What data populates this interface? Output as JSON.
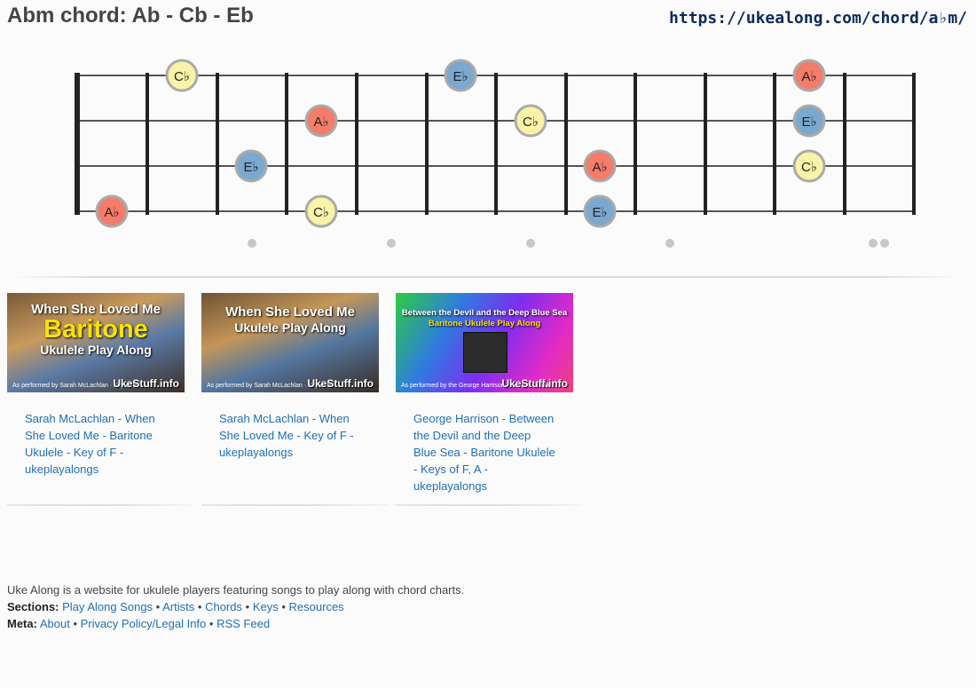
{
  "header": {
    "title": "Abm chord: Ab - Cb - Eb",
    "url": "https://ukealong.com/chord/a♭m/"
  },
  "notes": {
    "ab": "A♭",
    "cb": "C♭",
    "eb": "E♭"
  },
  "colors": {
    "ab": "#f47c6b",
    "cb": "#f8f3a6",
    "eb": "#7ba8cf",
    "string": "#555555",
    "fret": "#222222",
    "marker": "#c8c8c8"
  },
  "videos": [
    {
      "thumb": {
        "line1": "When She Loved Me",
        "line2": "Baritone",
        "line3": "Ukulele Play Along",
        "foot": "As performed by Sarah McLachlan · Key of F",
        "brand": "UkeStuff.info"
      },
      "caption": "Sarah McLachlan - When She Loved Me - Baritone Ukulele - Key of F - ukeplayalongs"
    },
    {
      "thumb": {
        "line1": "When She Loved Me",
        "line2": "Ukulele Play Along",
        "foot": "As performed by Sarah McLachlan · Key of F",
        "brand": "UkeStuff.info"
      },
      "caption": "Sarah McLachlan - When She Loved Me - Key of F - ukeplayalongs"
    },
    {
      "thumb": {
        "line1": "Between the Devil and the Deep Blue Sea",
        "line2": "Baritone Ukulele Play Along",
        "foot": "As performed by the George Harrison · Keys of G & B",
        "brand": "UkeStuff.info"
      },
      "caption": "George Harrison - Between the Devil and the Deep Blue Sea - Baritone Ukulele - Keys of F, A - ukeplayalongs"
    }
  ],
  "footer": {
    "about": "Uke Along is a website for ukulele players featuring songs to play along with chord charts.",
    "sections_label": "Sections:",
    "sections": [
      "Play Along Songs",
      "Artists",
      "Chords",
      "Keys",
      "Resources"
    ],
    "meta_label": "Meta:",
    "meta": [
      "About",
      "Privacy Policy/Legal Info",
      "RSS Feed"
    ],
    "separator": "•"
  }
}
